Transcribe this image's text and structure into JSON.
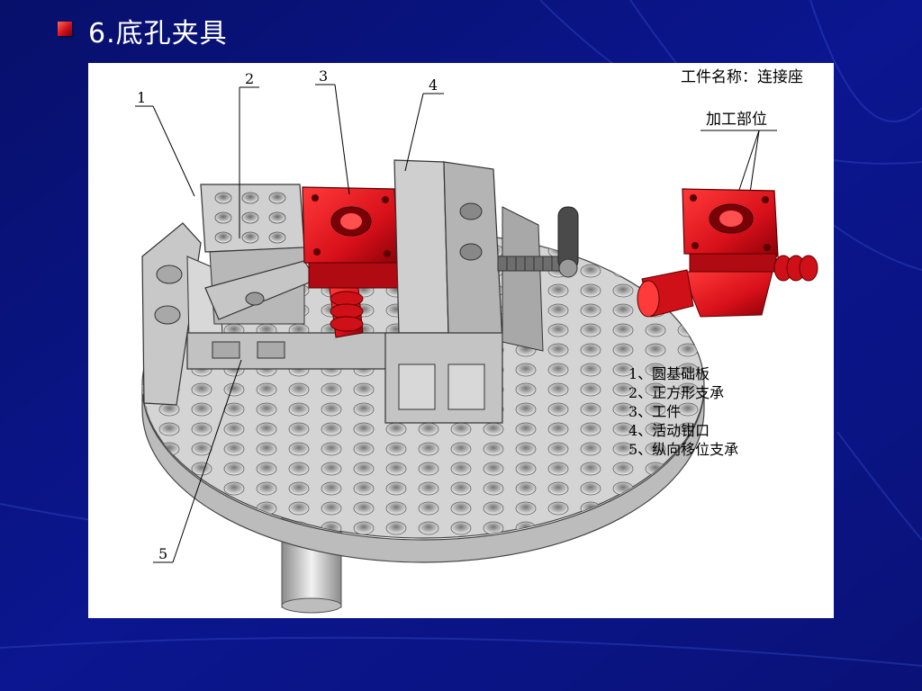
{
  "slide": {
    "title": "6.底孔夹具"
  },
  "figure": {
    "workpiece_name": "工件名称：连接座",
    "processing_area_label": "加工部位",
    "callouts": [
      "1",
      "2",
      "3",
      "4",
      "5"
    ],
    "legend": [
      "1、圆基础板",
      "2、正方形支承",
      "3、工件",
      "4、活动钳口",
      "5、纵向移位支承"
    ]
  },
  "colors": {
    "slide_background": "#0a1080",
    "bullet": "#d0101a",
    "workpiece_red": "#e0141c"
  }
}
